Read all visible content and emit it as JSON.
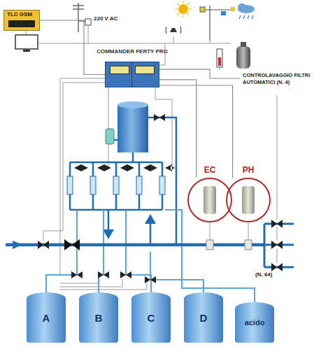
{
  "diagram": {
    "nodes": [
      {
        "text": [
          "TLC GSM"
        ]
      },
      {
        "text": [
          "COMMANDER FERTY PRO"
        ]
      },
      {
        "text": [
          "CONTROLAVAGGIO FILTRI AUTOMATICI (N. 4)"
        ]
      },
      {
        "text": [
          "EC"
        ]
      },
      {
        "text": [
          "PH"
        ]
      },
      {
        "text": [
          "A"
        ]
      },
      {
        "text": [
          "B"
        ]
      },
      {
        "text": [
          "C"
        ]
      },
      {
        "text": [
          "D"
        ]
      },
      {
        "text": [
          "acido"
        ]
      }
    ],
    "edges": [
      {
        "from": 0,
        "to": 1,
        "arrow": "none"
      },
      {
        "from": 1,
        "to": 2,
        "arrow": "none"
      },
      {
        "from": 1,
        "to": 3,
        "arrow": "none"
      },
      {
        "from": 1,
        "to": 4,
        "arrow": "none"
      }
    ],
    "labels": [
      "220 V AC",
      "(N. 64)"
    ]
  }
}
